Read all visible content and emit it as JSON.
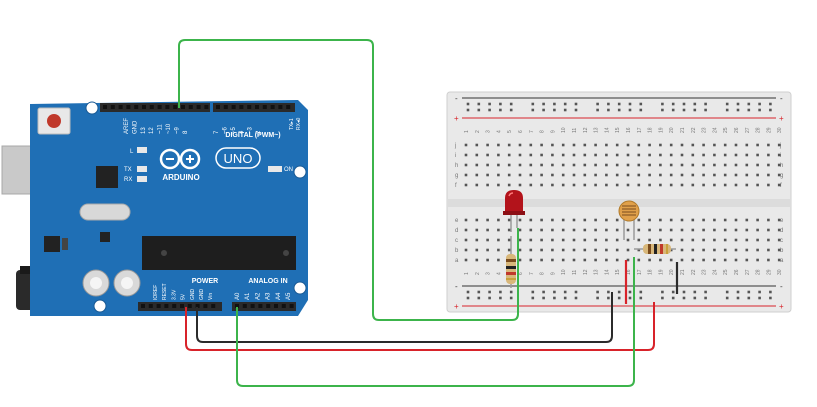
{
  "arduino": {
    "brand": "ARDUINO",
    "model": "UNO",
    "digital_label": "DIGITAL (PWM~)",
    "power_label": "POWER",
    "analog_label": "ANALOG IN",
    "on_label": "ON",
    "l_label": "L",
    "tx_label": "TX",
    "rx_label": "RX",
    "tx1_label": "TX▸1",
    "rx0_label": "RX◂0",
    "top_pins": [
      "AREF",
      "GND",
      "13",
      "12",
      "~11",
      "~10",
      "~9",
      "8",
      "7",
      "~6",
      "~5",
      "4",
      "~3",
      "2"
    ],
    "power_pins": [
      "IOREF",
      "RESET",
      "3.3V",
      "5V",
      "GND",
      "GND",
      "Vin"
    ],
    "analog_pins": [
      "A0",
      "A1",
      "A2",
      "A3",
      "A4",
      "A5"
    ],
    "board_color": "#1f6fb5"
  },
  "breadboard": {
    "rail_minus": "-",
    "rail_plus": "+",
    "rows_top": [
      "j",
      "i",
      "h",
      "g",
      "f"
    ],
    "rows_bottom": [
      "e",
      "d",
      "c",
      "b",
      "a"
    ],
    "column_numbers": [
      "1",
      "2",
      "3",
      "4",
      "5",
      "6",
      "7",
      "8",
      "9",
      "10",
      "11",
      "12",
      "13",
      "14",
      "15",
      "16",
      "17",
      "18",
      "19",
      "20",
      "21",
      "22",
      "23",
      "24",
      "25",
      "26",
      "27",
      "28",
      "29",
      "30"
    ]
  },
  "components": {
    "led": "led",
    "ldr": "photoresistor",
    "resistor_led": "resistor",
    "resistor_ldr": "resistor"
  },
  "colors": {
    "wire_green": "#3cb44b",
    "wire_red": "#d8232a",
    "wire_black": "#2b2b2b",
    "led_red": "#b3131b",
    "rail_red": "#d8232a",
    "rail_dark": "#333333"
  }
}
